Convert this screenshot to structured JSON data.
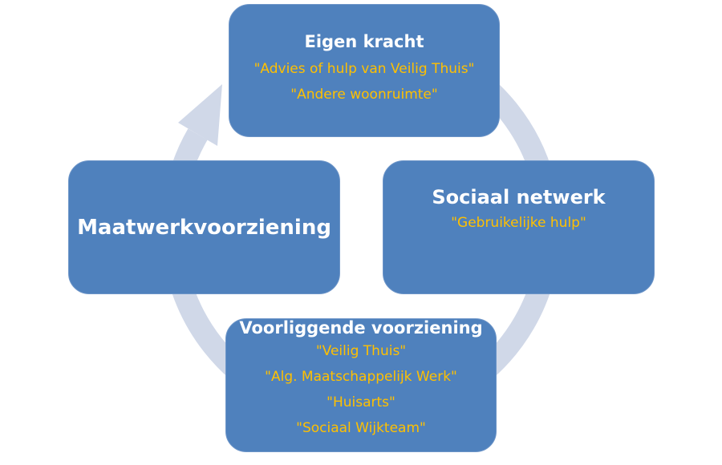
{
  "colors": {
    "box": "#4f81bd",
    "highlight": "#ffc000",
    "cycle": "#d0d8e8"
  },
  "top": {
    "title": "Eigen kracht",
    "items": [
      "\"Advies of hulp van Veilig Thuis\"",
      "\"Andere woonruimte\""
    ]
  },
  "right": {
    "title": "Sociaal netwerk",
    "items": [
      "\"Gebruikelijke hulp\""
    ]
  },
  "bottom": {
    "title": "Voorliggende voorziening",
    "items": [
      "\"Veilig Thuis\"",
      "\"Alg. Maatschappelijk Werk\"",
      "\"Huisarts\"",
      "\"Sociaal Wijkteam\""
    ]
  },
  "left": {
    "title": "Maatwerkvoorziening"
  }
}
